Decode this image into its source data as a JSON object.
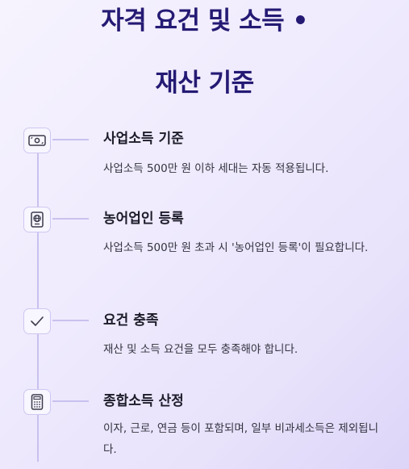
{
  "title": {
    "line1": "자격 요건 및 소득 •",
    "line2": "재산 기준"
  },
  "items": [
    {
      "icon": "money-bill-icon",
      "title": "사업소득 기준",
      "desc": "사업소득 500만 원 이하 세대는 자동 적용됩니다."
    },
    {
      "icon": "passport-globe-icon",
      "title": "농어업인 등록",
      "desc": "사업소득 500만 원 초과 시 '농어업인 등록'이 필요합니다."
    },
    {
      "icon": "check-icon",
      "title": "요건 충족",
      "desc": "재산 및 소득 요건을 모두 충족해야 합니다."
    },
    {
      "icon": "calculator-icon",
      "title": "종합소득 산정",
      "desc": "이자, 근로, 연금 등이 포함되며, 일부 비과세소득은 제외됩니다."
    }
  ],
  "colors": {
    "title": "#241a73",
    "accent_line": "#c9c1ef",
    "icon_stroke": "#3a3a4a"
  }
}
